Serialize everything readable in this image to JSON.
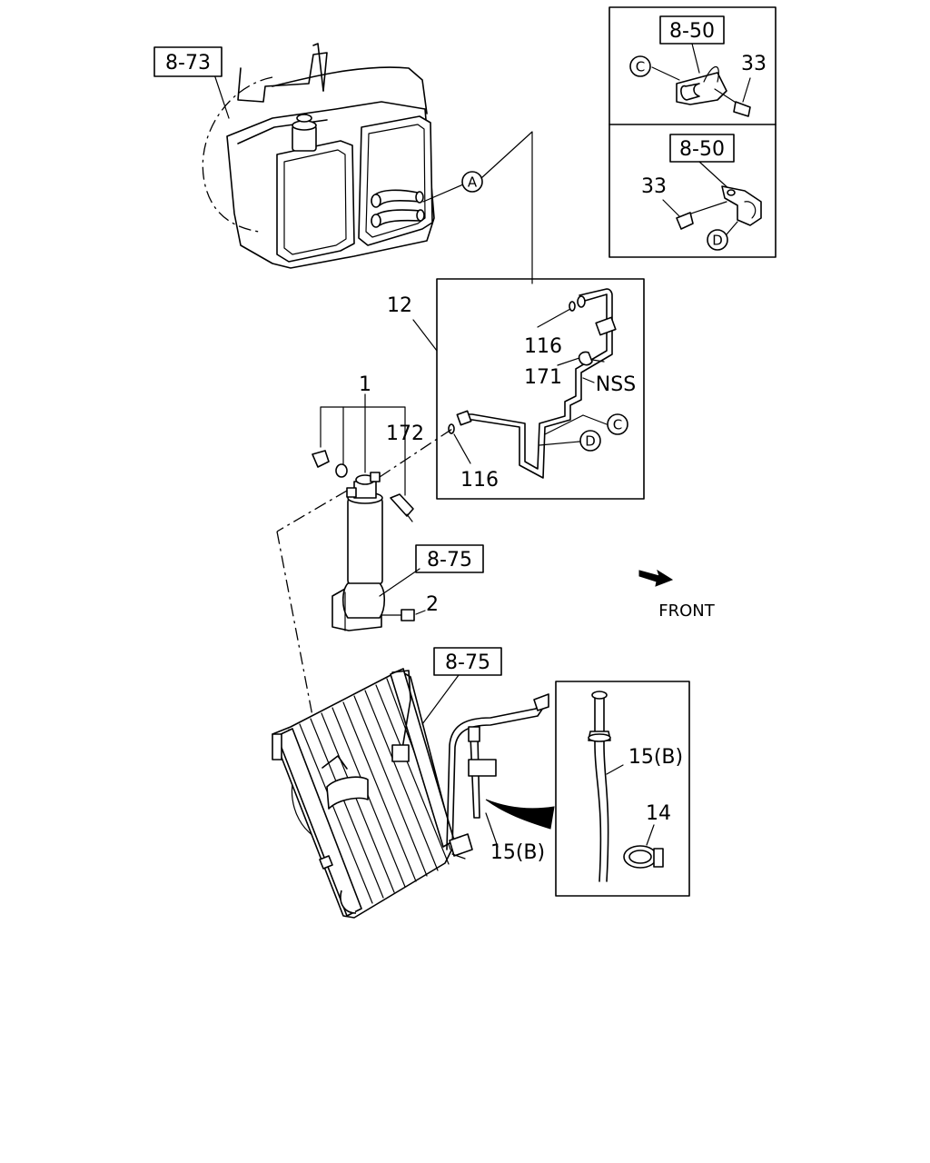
{
  "labels": {
    "ref_8_73": "8-73",
    "ref_8_50_top": "8-50",
    "ref_8_50_bottom": "8-50",
    "ref_8_75_mid": "8-75",
    "ref_8_75_low": "8-75",
    "part_1": "1",
    "part_2": "2",
    "part_12": "12",
    "part_14": "14",
    "part_33_top": "33",
    "part_33_bottom": "33",
    "part_116_top": "116",
    "part_116_bottom": "116",
    "part_171": "171",
    "part_172": "172",
    "part_15b_low": "15(B)",
    "part_15b_inset": "15(B)",
    "nss": "NSS",
    "front": "FRONT",
    "marker_a": "A",
    "marker_c_inset": "C",
    "marker_c_pipe": "C",
    "marker_d_inset": "D",
    "marker_d_pipe": "D"
  }
}
